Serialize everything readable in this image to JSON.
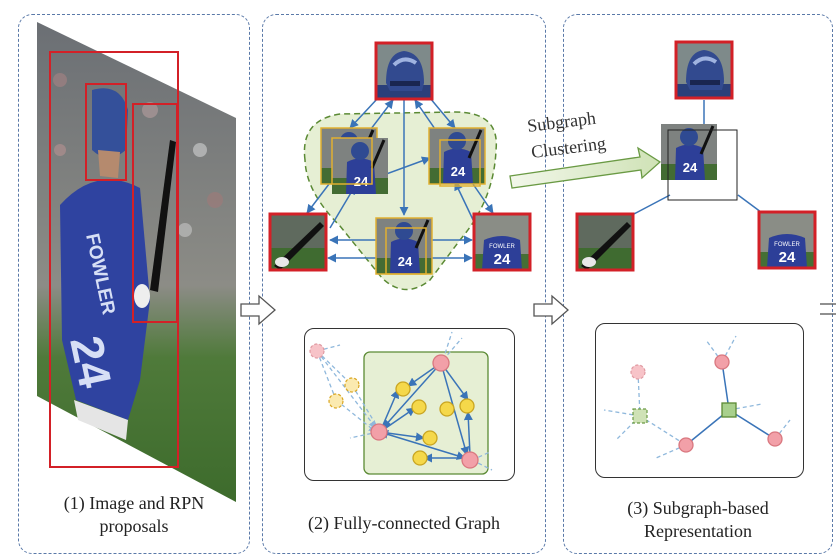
{
  "panels": {
    "p1": {
      "caption_line1": "(1) Image and RPN",
      "caption_line2": "proposals"
    },
    "p2": {
      "caption": "(2) Fully-connected Graph"
    },
    "p3": {
      "caption_line1": "(3) Subgraph-based",
      "caption_line2": "Representation"
    }
  },
  "arrow_label": {
    "line1": "Subgraph",
    "line2": "Clustering"
  },
  "player": {
    "name": "FOWLER",
    "number": "24"
  },
  "colors": {
    "proposal_border": "#d32027",
    "subgraph_border": "#e0b030",
    "edge": "#3a74b8",
    "node_pink": "#f2a0a8",
    "node_yellow": "#f5d84a",
    "node_green": "#a8d08d",
    "blob": "#e6efd4"
  }
}
